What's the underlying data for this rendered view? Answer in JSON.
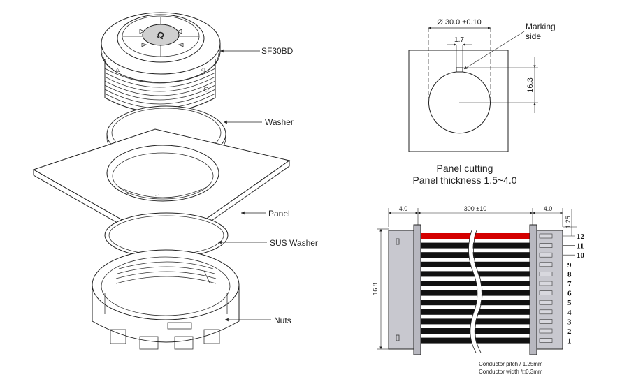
{
  "exploded_view": {
    "labels": {
      "switch": "SF30BD",
      "washer": "Washer",
      "panel": "Panel",
      "sus_washer": "SUS Washer",
      "nuts": "Nuts"
    },
    "button_mark": "Ω"
  },
  "panel_cutting": {
    "diameter": "Ø 30.0 ±0.10",
    "key_width": "1.7",
    "height_to_flat": "16.3",
    "marking_side_line1": "Marking",
    "marking_side_line2": "side",
    "caption_line1": "Panel cutting",
    "caption_line2": "Panel thickness 1.5~4.0"
  },
  "cable": {
    "dim_left": "4.0",
    "dim_mid": "300 ±10",
    "dim_right": "4.0",
    "dim_pitch": "1.25",
    "dim_height": "16.8",
    "pins": [
      "12",
      "11",
      "10",
      "9",
      "8",
      "7",
      "6",
      "5",
      "4",
      "3",
      "2",
      "1"
    ],
    "pin1_wire_color": "#d40000",
    "other_wire_color": "#111111",
    "note_pitch": "Conductor pitch / 1.25mm",
    "note_width": "Conductor width /□0.3mm"
  }
}
